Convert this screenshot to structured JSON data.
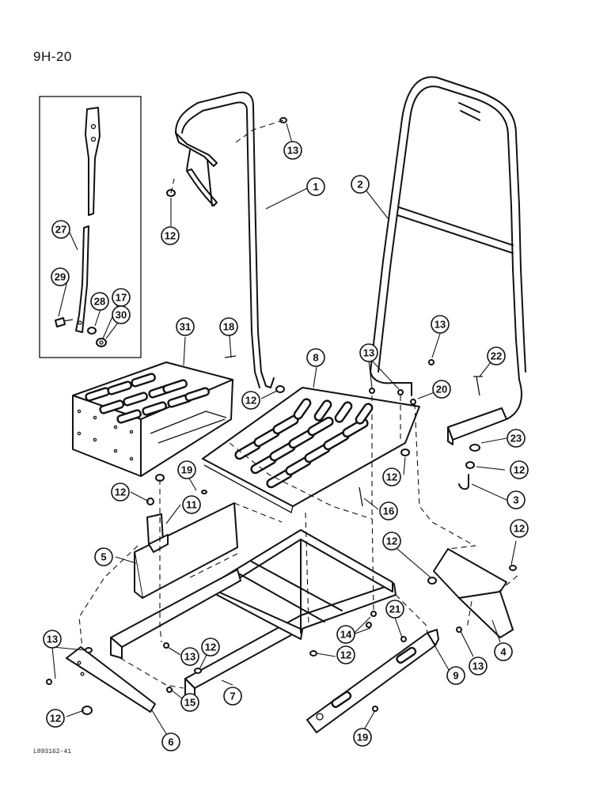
{
  "page": {
    "title": "9H-20",
    "footer_code": "L893162-41"
  },
  "callouts": [
    {
      "id": "c1",
      "text": "1"
    },
    {
      "id": "c2",
      "text": "2"
    },
    {
      "id": "c3",
      "text": "3"
    },
    {
      "id": "c4",
      "text": "4"
    },
    {
      "id": "c5",
      "text": "5"
    },
    {
      "id": "c6",
      "text": "6"
    },
    {
      "id": "c7",
      "text": "7"
    },
    {
      "id": "c8",
      "text": "8"
    },
    {
      "id": "c9",
      "text": "9"
    },
    {
      "id": "c11",
      "text": "11"
    },
    {
      "id": "c12a",
      "text": "12"
    },
    {
      "id": "c12b",
      "text": "12"
    },
    {
      "id": "c12c",
      "text": "12"
    },
    {
      "id": "c12d",
      "text": "12"
    },
    {
      "id": "c12e",
      "text": "12"
    },
    {
      "id": "c12f",
      "text": "12"
    },
    {
      "id": "c12g",
      "text": "12"
    },
    {
      "id": "c12h",
      "text": "12"
    },
    {
      "id": "c12i",
      "text": "12"
    },
    {
      "id": "c12j",
      "text": "12"
    },
    {
      "id": "c13a",
      "text": "13"
    },
    {
      "id": "c13b",
      "text": "13"
    },
    {
      "id": "c13c",
      "text": "13"
    },
    {
      "id": "c13d",
      "text": "13"
    },
    {
      "id": "c13e",
      "text": "13"
    },
    {
      "id": "c13f",
      "text": "13"
    },
    {
      "id": "c14",
      "text": "14"
    },
    {
      "id": "c15",
      "text": "15"
    },
    {
      "id": "c16",
      "text": "16"
    },
    {
      "id": "c17",
      "text": "17"
    },
    {
      "id": "c18",
      "text": "18"
    },
    {
      "id": "c19a",
      "text": "19"
    },
    {
      "id": "c19b",
      "text": "19"
    },
    {
      "id": "c20",
      "text": "20"
    },
    {
      "id": "c21",
      "text": "21"
    },
    {
      "id": "c22",
      "text": "22"
    },
    {
      "id": "c23",
      "text": "23"
    },
    {
      "id": "c27",
      "text": "27"
    },
    {
      "id": "c28",
      "text": "28"
    },
    {
      "id": "c29",
      "text": "29"
    },
    {
      "id": "c30",
      "text": "30"
    },
    {
      "id": "c31",
      "text": "31"
    }
  ]
}
